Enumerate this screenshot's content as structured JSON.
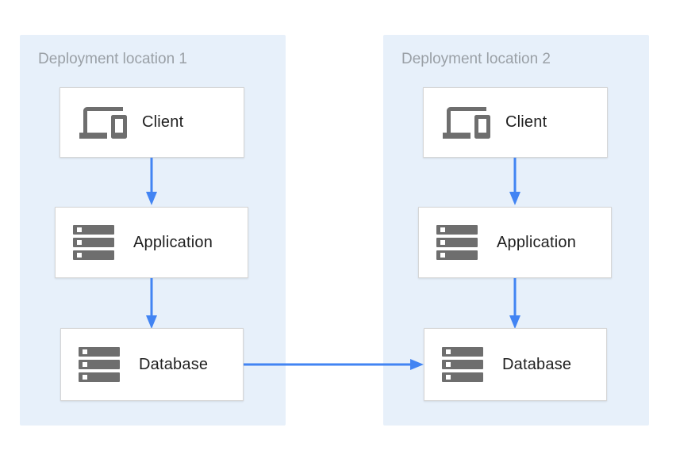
{
  "diagram": {
    "groups": [
      {
        "title": "Deployment location 1",
        "nodes": [
          {
            "label": "Client",
            "icon": "devices-icon"
          },
          {
            "label": "Application",
            "icon": "server-stack-icon"
          },
          {
            "label": "Database",
            "icon": "server-stack-icon"
          }
        ]
      },
      {
        "title": "Deployment location 2",
        "nodes": [
          {
            "label": "Client",
            "icon": "devices-icon"
          },
          {
            "label": "Application",
            "icon": "server-stack-icon"
          },
          {
            "label": "Database",
            "icon": "server-stack-icon"
          }
        ]
      }
    ],
    "connections": [
      {
        "from": "client-1",
        "to": "application-1",
        "direction": "down"
      },
      {
        "from": "application-1",
        "to": "database-1",
        "direction": "down"
      },
      {
        "from": "client-2",
        "to": "application-2",
        "direction": "down"
      },
      {
        "from": "application-2",
        "to": "database-2",
        "direction": "down"
      },
      {
        "from": "database-1",
        "to": "database-2",
        "direction": "right"
      }
    ],
    "colors": {
      "group_background": "#e7f0fa",
      "arrow": "#4284f3",
      "icon": "#6e6e6e",
      "group_title": "#9aa0a6",
      "node_border": "#d6d6d6",
      "node_label": "#1f1f1f",
      "node_background": "#ffffff"
    }
  }
}
